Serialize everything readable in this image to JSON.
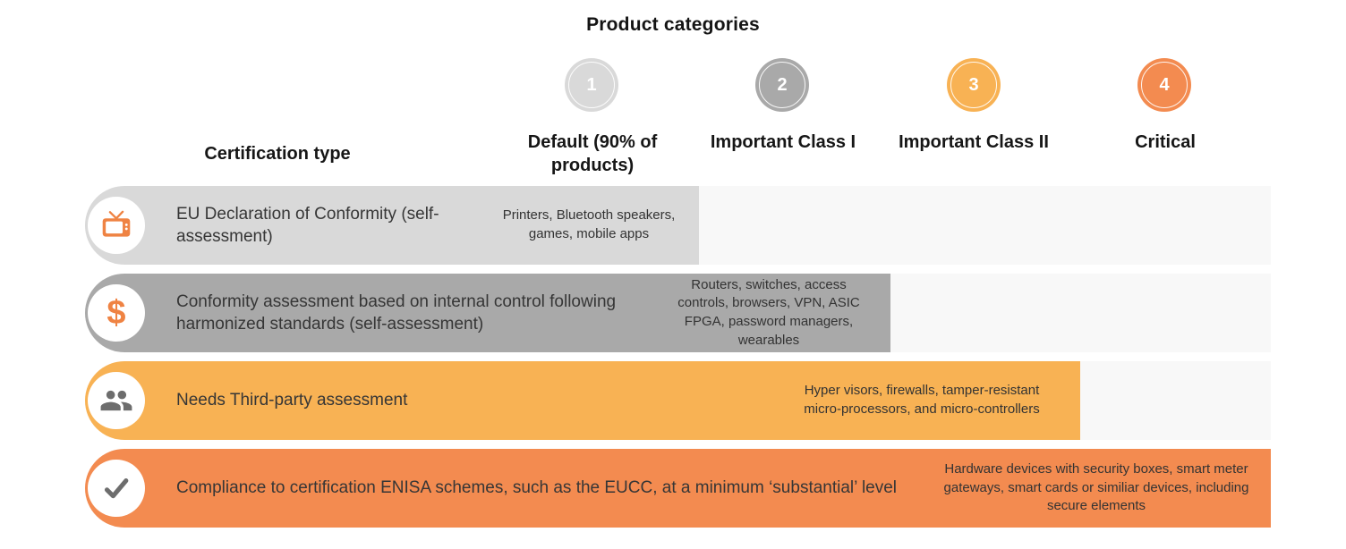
{
  "title": "Product categories",
  "table": {
    "certification_type_header": "Certification type",
    "categories": [
      {
        "number": "1",
        "label": "Default (90% of products)",
        "color": "#D9D9D9"
      },
      {
        "number": "2",
        "label": "Important Class I",
        "color": "#A9A9A9"
      },
      {
        "number": "3",
        "label": "Important Class II",
        "color": "#F8B254"
      },
      {
        "number": "4",
        "label": "Critical",
        "color": "#F38B50"
      }
    ],
    "rows": [
      {
        "icon": "tv-icon",
        "certification": "EU Declaration of Conformity (self-assessment)",
        "products": "Printers, Bluetooth speakers, games, mobile apps",
        "category": "Default (90% of products)",
        "color": "#D9D9D9"
      },
      {
        "icon": "dollar-icon",
        "certification": "Conformity assessment based on internal control following harmonized standards (self-assessment)",
        "products": "Routers, switches, access controls, browsers, VPN, ASIC FPGA, password managers, wearables",
        "category": "Important Class I",
        "color": "#A9A9A9"
      },
      {
        "icon": "people-icon",
        "certification": "Needs Third-party assessment",
        "products": "Hyper visors, firewalls, tamper-resistant micro-processors, and micro-controllers",
        "category": "Important Class II",
        "color": "#F8B254"
      },
      {
        "icon": "check-icon",
        "certification": "Compliance to certification ENISA schemes, such as the EUCC, at a minimum ‘substantial’ level",
        "products": "Hardware devices with security boxes, smart meter gateways, smart cards or similiar devices, including secure elements",
        "category": "Critical",
        "color": "#F38B50"
      }
    ],
    "dollar_glyph": "$"
  },
  "colors": {
    "default_gray": "#D9D9D9",
    "important_class1_gray": "#A9A9A9",
    "important_class2_amber": "#F8B254",
    "critical_orange": "#F38B50",
    "row_track_light": "#F8F8F8",
    "icon_orange": "#EF8343",
    "icon_gray": "#6D6D6D"
  }
}
